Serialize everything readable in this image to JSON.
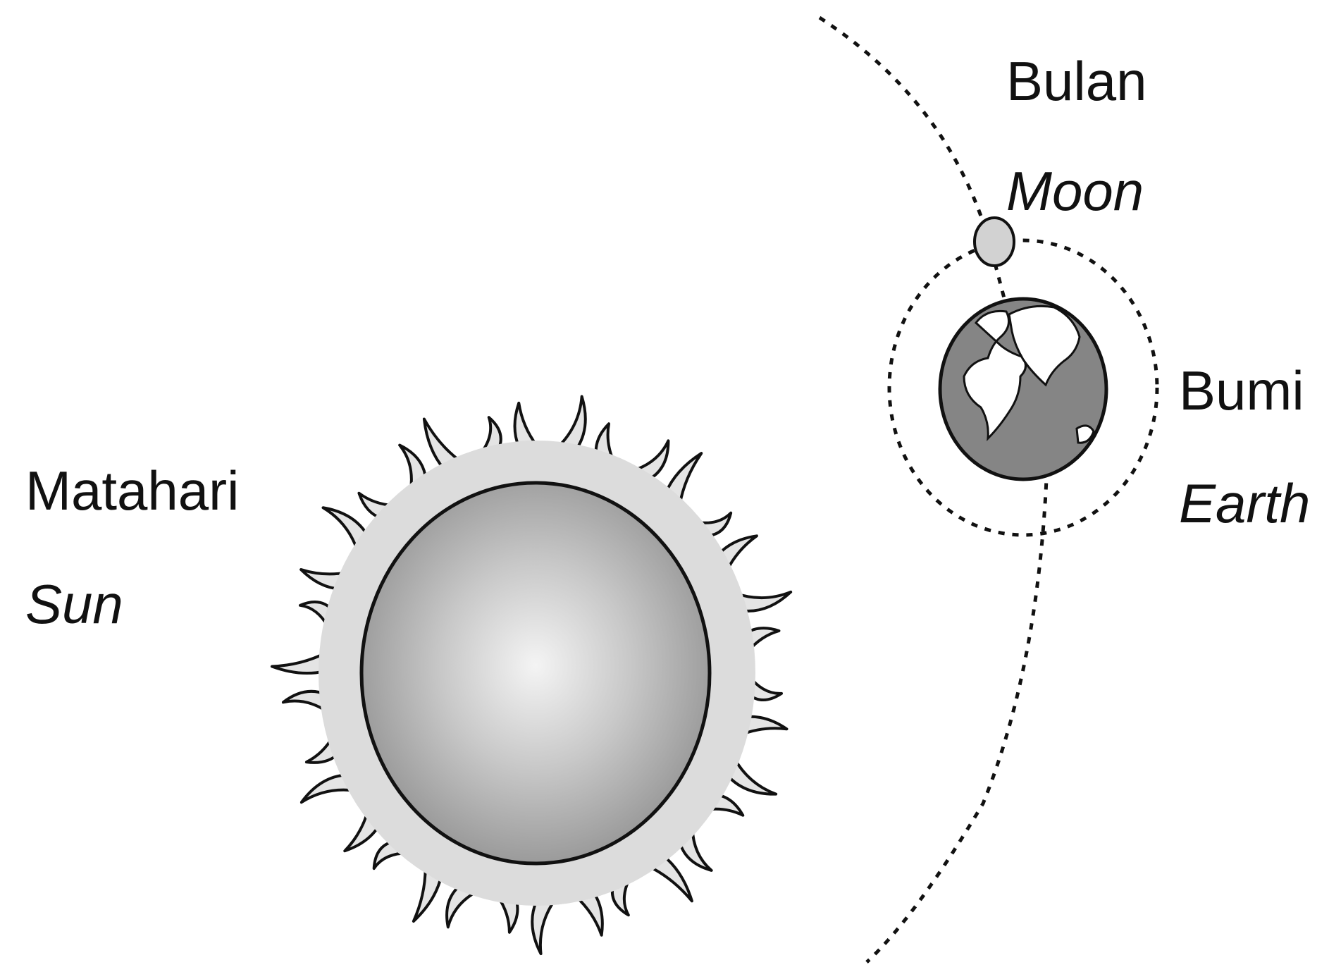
{
  "labels": {
    "moon_ms": "Bulan",
    "moon_en": "Moon",
    "earth_ms": "Bumi",
    "earth_en": "Earth",
    "sun_ms": "Matahari",
    "sun_en": "Sun"
  },
  "colors": {
    "background": "#ffffff",
    "stroke": "#111111",
    "sun_core_light": "#f4f4f4",
    "sun_core_dark": "#8c8c8c",
    "sun_corona": "#dcdcdc",
    "earth_ocean": "#858585",
    "earth_land": "#ffffff",
    "moon_fill": "#d2d2d2"
  }
}
